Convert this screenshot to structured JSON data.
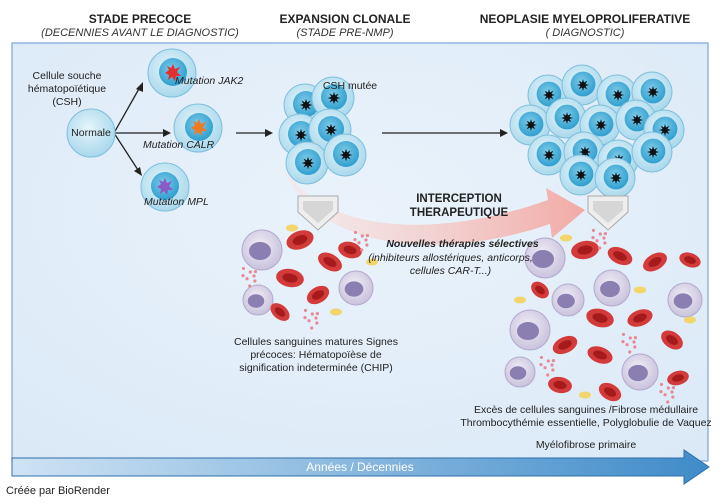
{
  "headers": [
    {
      "title": "STADE PRECOCE",
      "subtitle": "(DECENNIES AVANT LE DIAGNOSTIC)"
    },
    {
      "title": "EXPANSION CLONALE",
      "subtitle": "(STADE PRE-NMP)"
    },
    {
      "title": "NEOPLASIE MYELOPROLIFERATIVE",
      "subtitle": "( DIAGNOSTIC)"
    }
  ],
  "early": {
    "hsc_label": "Cellule souche hématopoïétique (CSH)",
    "normal": "Normale",
    "mutations": [
      "Mutation JAK2",
      "Mutation CALR",
      "Mutation MPL"
    ]
  },
  "clonal": {
    "mutated_hsc": "CSH mutée",
    "blood_caption": "Cellules sanguines matures Signes précoces: Hématopoïèse de signification indeterminée (CHIP)"
  },
  "interception": {
    "title": "INTERCEPTION THERAPEUTIQUE",
    "therapies_title": "Nouvelles thérapies sélectives",
    "therapies_detail": "(inhibiteurs  allostériques, anticorps,  cellules CAR-T...)"
  },
  "mpn": {
    "caption_lines": [
      "Excès de cellules sanguines /Fibrose médullaire",
      "Thrombocythémie essentielle, Polyglobulie de Vaquez",
      "Myélofibrose primaire"
    ]
  },
  "timeline": {
    "label": "Années / Décennies"
  },
  "credit": "Créée par BioRender",
  "colors": {
    "panel_border": "#7aa6d6",
    "cell_outer": "#b9e0f0",
    "cell_inner": "#4bb3dc",
    "rbc": "#c62a2a",
    "jak2": "#e23030",
    "calr": "#f07a24",
    "mpl": "#8a5bc6",
    "arrow_pink": "#f4b8b4",
    "timeline": "#4a90c8"
  }
}
